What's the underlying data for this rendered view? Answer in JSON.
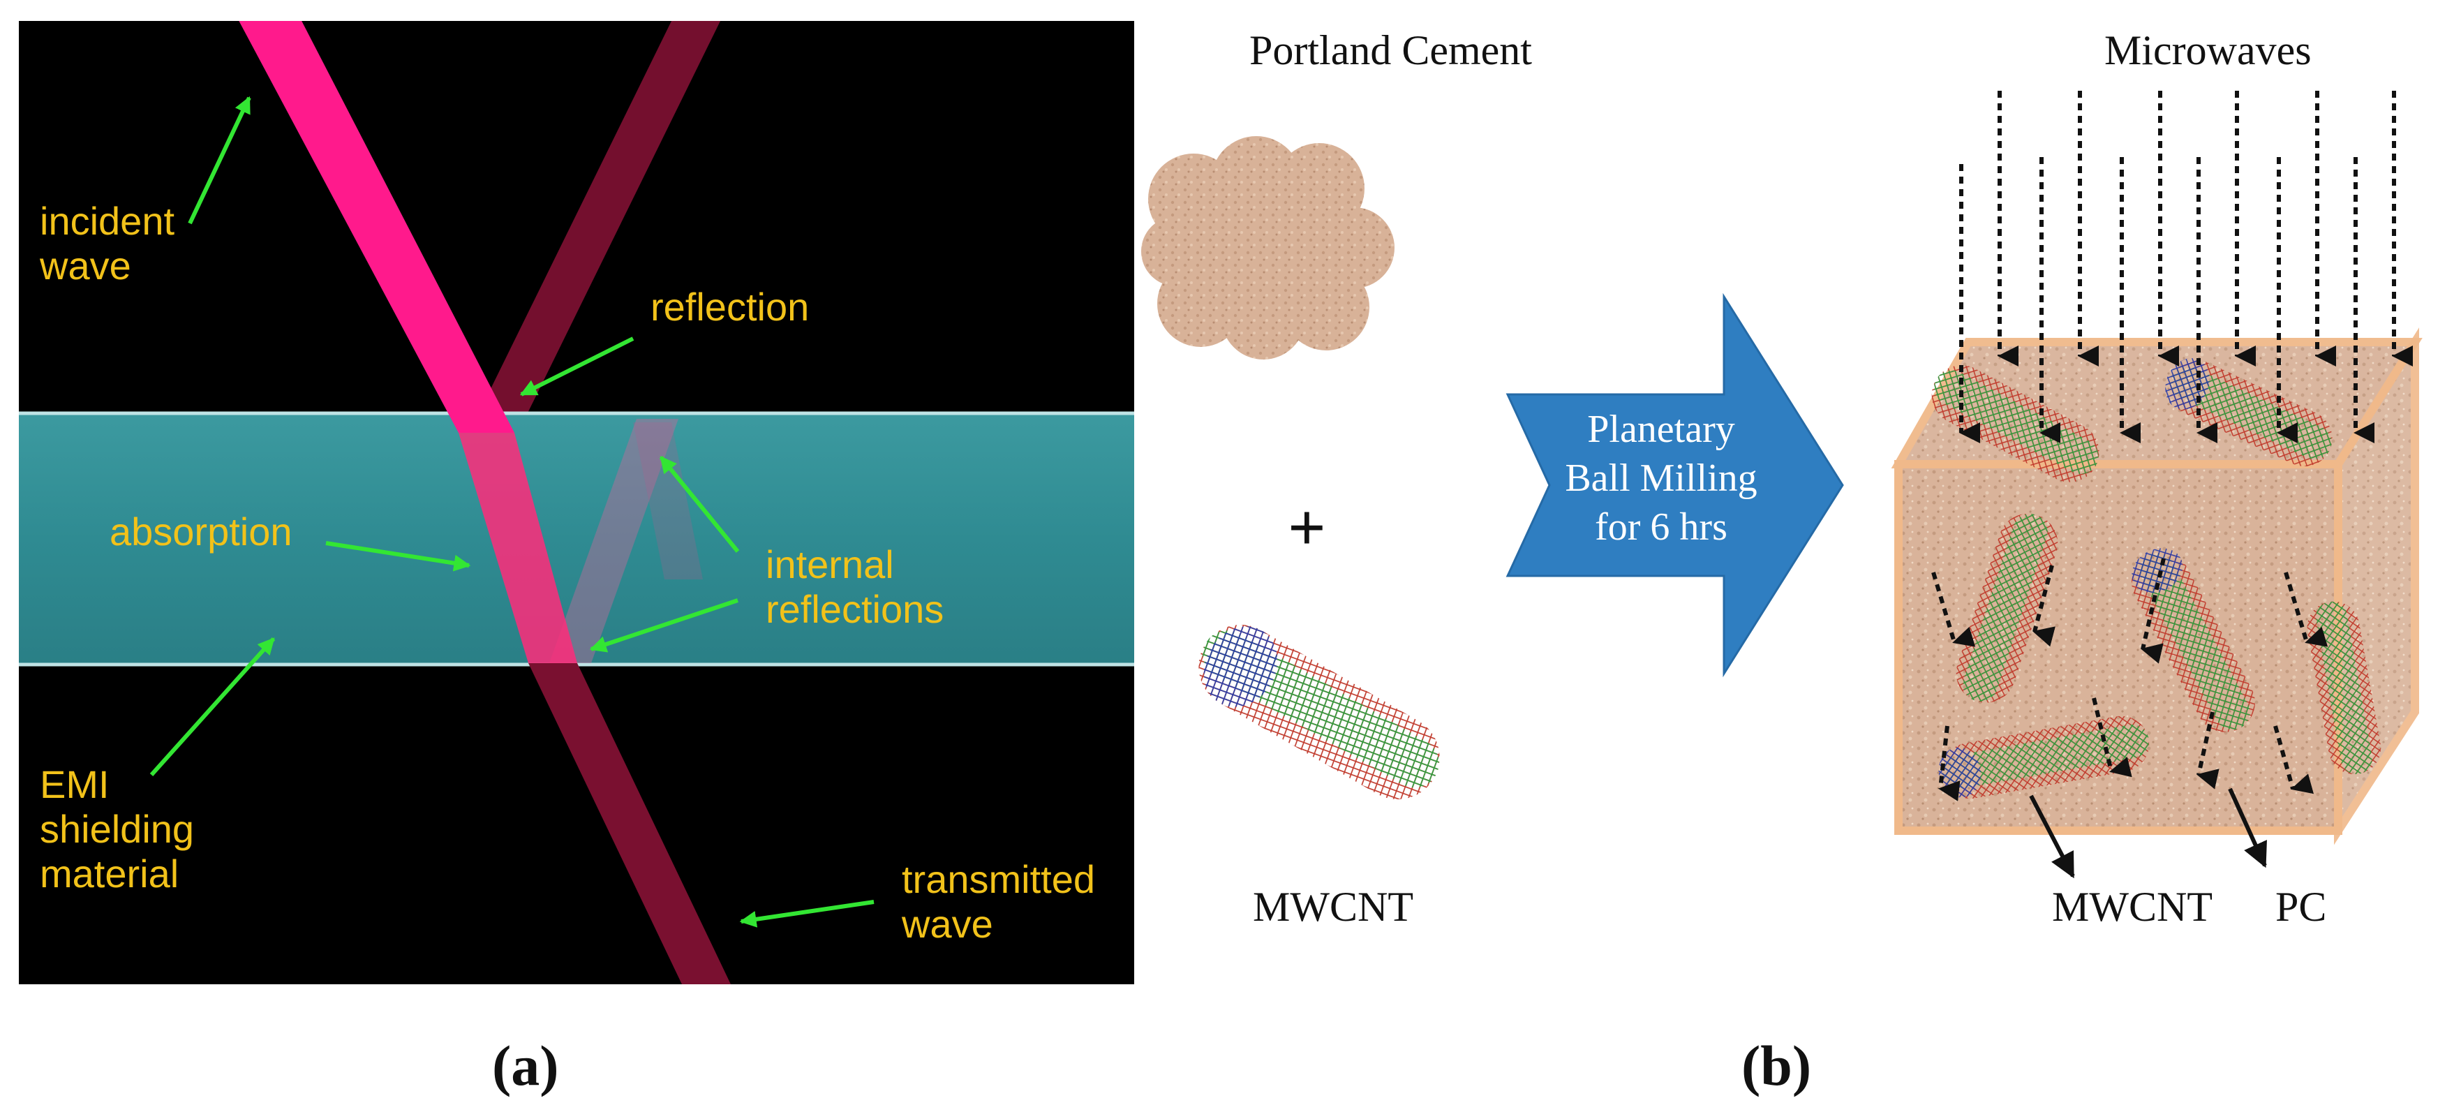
{
  "panel_a": {
    "labels": {
      "incident": "incident\nwave",
      "reflection": "reflection",
      "absorption": "absorption",
      "internal": "internal\nreflections",
      "emi": "EMI\nshielding\nmaterial",
      "transmitted": "transmitted\nwave"
    },
    "caption": "(a)",
    "colors": {
      "background": "#000000",
      "material": "#2e8a8f",
      "incident_beam": "#ff1a8c",
      "reflected_beam": "#7a0f2a",
      "pointer": "#33e633",
      "label": "#f2c21a"
    }
  },
  "panel_b": {
    "portland_cement": "Portland Cement",
    "plus": "+",
    "mwcnt": "MWCNT",
    "process": [
      "Planetary",
      "Ball Milling",
      "for 6 hrs"
    ],
    "microwaves": "Microwaves",
    "box_mwcnt": "MWCNT",
    "box_pc": "PC",
    "caption": "(b)",
    "colors": {
      "arrow": "#2f7ec1",
      "cement": "#d9b49a",
      "box_edge": "#f0b98a"
    }
  }
}
